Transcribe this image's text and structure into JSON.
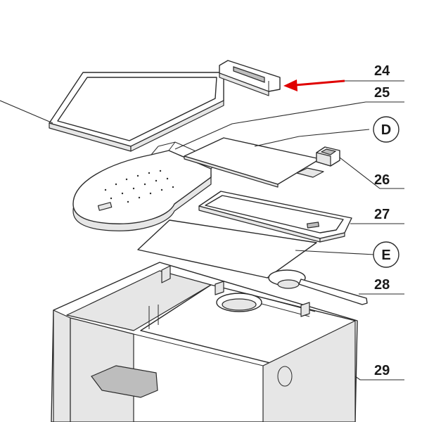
{
  "diagram": {
    "part_labels": {
      "p24": "24",
      "p25": "25",
      "p26": "26",
      "p27": "27",
      "p28": "28",
      "p29": "29"
    },
    "callout_letters": {
      "d": "D",
      "e": "E"
    },
    "highlight": {
      "target_part": "24",
      "arrow_color": "#e00000"
    }
  }
}
